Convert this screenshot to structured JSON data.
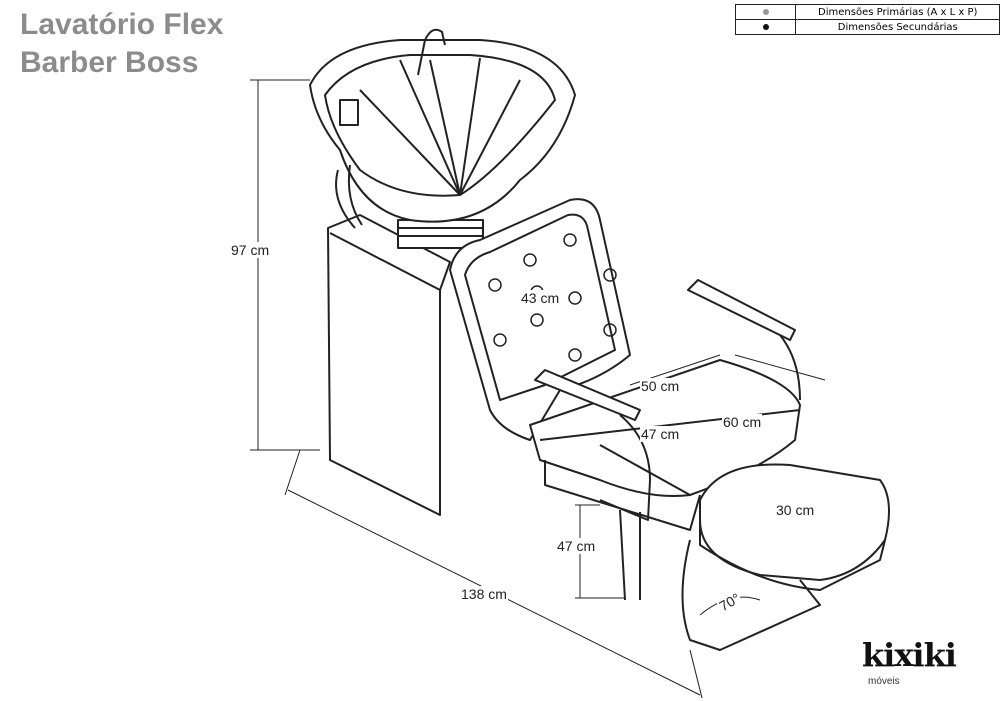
{
  "title": {
    "line1": "Lavatório Flex",
    "line2": "Barber Boss"
  },
  "legend": [
    {
      "marker_color": "#999999",
      "label": "Dimensões Primárias (A x L x P)"
    },
    {
      "marker_color": "#111111",
      "label": "Dimensões Secundárias"
    }
  ],
  "dimensions": {
    "height_total": "97 cm",
    "backrest_height": "43 cm",
    "seat_width": "50 cm",
    "seat_depth": "60 cm",
    "seat_inner": "47 cm",
    "footrest": "30 cm",
    "seat_height": "47 cm",
    "length_total": "138 cm",
    "footrest_angle": "70°"
  },
  "logo": {
    "name": "kixiki",
    "sub": "móveis"
  }
}
